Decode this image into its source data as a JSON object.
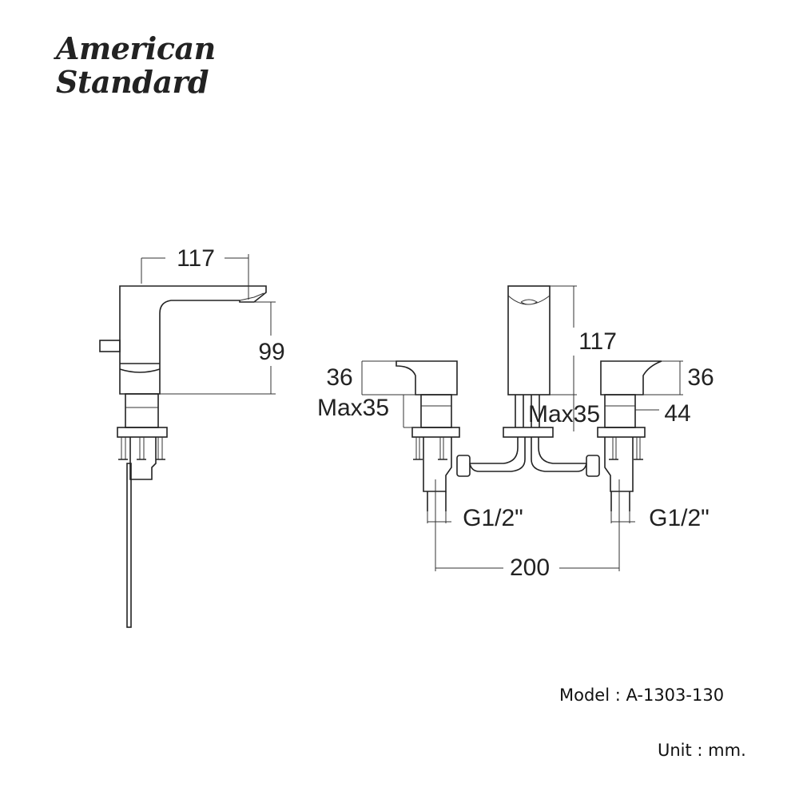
{
  "brand": {
    "line1": "American",
    "line2": "Standard"
  },
  "side_view": {
    "spout_reach": "117",
    "spout_height": "99"
  },
  "front_view": {
    "spout_height": "117",
    "handle_height_left": "36",
    "handle_height_right": "36",
    "max_deck_left": "Max35",
    "max_deck_center": "Max35",
    "handle_to_deck": "44",
    "inlet_left": "G1/2\"",
    "inlet_right": "G1/2\"",
    "center_spacing": "200"
  },
  "footer": {
    "model": "Model : A-1303-130",
    "unit": "Unit : mm."
  }
}
